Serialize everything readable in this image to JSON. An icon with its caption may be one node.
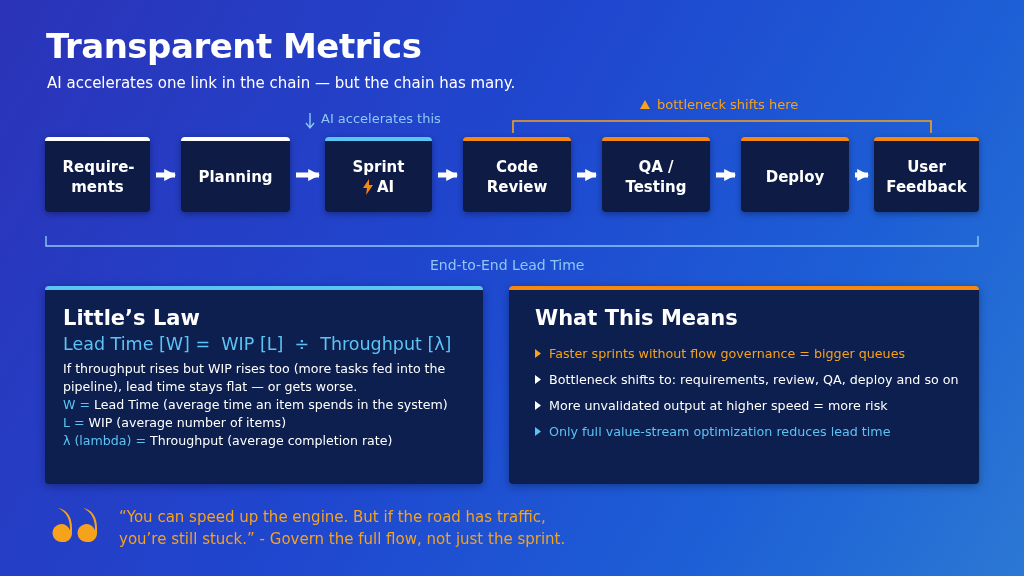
{
  "diagram": {
    "title": "Transparent Metrics",
    "nodes": [
      {
        "text": [
          "Require-ments"
        ]
      },
      {
        "text": [
          "Planning"
        ]
      },
      {
        "text": [
          "Sprint",
          "AI"
        ]
      },
      {
        "text": [
          "Code Review"
        ]
      },
      {
        "text": [
          "QA / Testing"
        ]
      },
      {
        "text": [
          "Deploy"
        ]
      },
      {
        "text": [
          "User Feedback"
        ]
      },
      {
        "text": [
          "Little’s Law",
          "Lead Time [W] =  WIP [L]  ÷  Throughput [λ]",
          "If throughput rises but WIP rises too (more tasks fed into the pipeline), lead time stays flat — or gets worse.",
          "W = Lead Time (average time an item spends in the system)",
          "L = WIP (average number of items)",
          "λ (lambda) = Throughput (average completion rate)"
        ]
      },
      {
        "text": [
          "What This Means",
          "Faster sprints without flow governance = bigger queues",
          "Bottleneck shifts to: requirements, review, QA, deploy and so on",
          "More unvalidated output at higher speed = more risk",
          "Only full value-stream optimization reduces lead time"
        ]
      }
    ],
    "edges": [
      {
        "from": 0,
        "to": 1,
        "arrow": "to"
      },
      {
        "from": 1,
        "to": 2,
        "arrow": "to"
      },
      {
        "from": 2,
        "to": 3,
        "arrow": "to"
      },
      {
        "from": 3,
        "to": 4,
        "arrow": "to"
      },
      {
        "from": 4,
        "to": 5,
        "arrow": "to"
      },
      {
        "from": 5,
        "to": 6,
        "arrow": "to"
      }
    ],
    "labels": [
      "AI accelerates one link in the chain — but the chain has many.",
      "AI accelerates this",
      "bottleneck shifts here",
      "End-to-End Lead Time",
      "“You can speed up the engine. But if the road has traffic, you’re still stuck.”  - Govern the full flow, not just the sprint."
    ]
  }
}
